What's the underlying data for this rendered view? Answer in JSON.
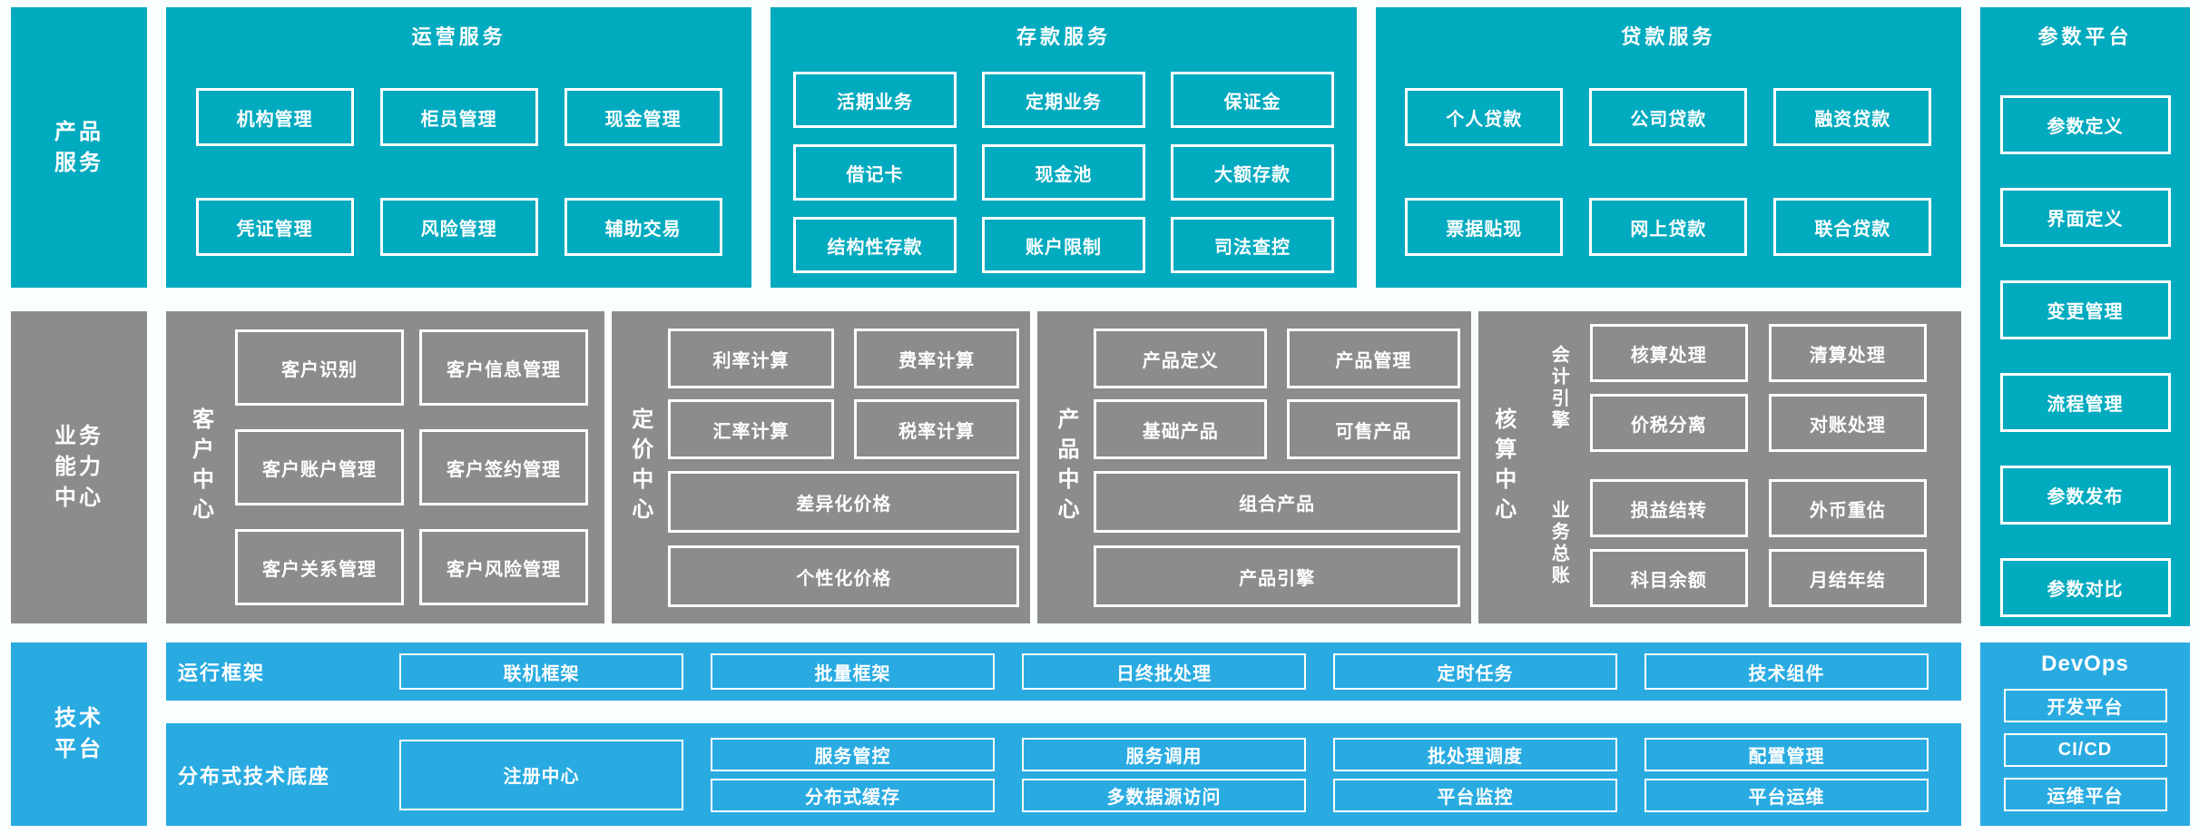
{
  "palette": {
    "teal": "#00aabf",
    "gray": "#8c8c8c",
    "blue": "#29abe2",
    "background": "#fbfeff",
    "box_border": "#ffffff",
    "text": "#ffffff"
  },
  "product_band": {
    "sidebar": "产品服务",
    "panels": [
      {
        "title": "运营服务",
        "items": [
          "机构管理",
          "柜员管理",
          "现金管理",
          "凭证管理",
          "风险管理",
          "辅助交易"
        ]
      },
      {
        "title": "存款服务",
        "items": [
          "活期业务",
          "定期业务",
          "保证金",
          "借记卡",
          "现金池",
          "大额存款",
          "结构性存款",
          "账户限制",
          "司法查控"
        ]
      },
      {
        "title": "贷款服务",
        "items": [
          "个人贷款",
          "公司贷款",
          "融资贷款",
          "票据贴现",
          "网上贷款",
          "联合贷款"
        ]
      }
    ]
  },
  "parameter_platform": {
    "title": "参数平台",
    "items": [
      "参数定义",
      "界面定义",
      "变更管理",
      "流程管理",
      "参数发布",
      "参数对比"
    ]
  },
  "business_band": {
    "sidebar": "业务能力中心",
    "customer": {
      "label": "客户中心",
      "items": [
        "客户识别",
        "客户信息管理",
        "客户账户管理",
        "客户签约管理",
        "客户关系管理",
        "客户风险管理"
      ]
    },
    "pricing": {
      "label": "定价中心",
      "small": [
        "利率计算",
        "费率计算",
        "汇率计算",
        "税率计算"
      ],
      "wide": [
        "差异化价格",
        "个性化价格"
      ]
    },
    "product": {
      "label": "产品中心",
      "small": [
        "产品定义",
        "产品管理",
        "基础产品",
        "可售产品"
      ],
      "wide": [
        "组合产品",
        "产品引擎"
      ]
    },
    "accounting": {
      "label": "核算中心",
      "groups": [
        {
          "label": "会计引擎",
          "items": [
            "核算处理",
            "清算处理",
            "价税分离",
            "对账处理"
          ]
        },
        {
          "label": "业务总账",
          "items": [
            "损益结转",
            "外币重估",
            "科目余额",
            "月结年结"
          ]
        }
      ]
    }
  },
  "tech_band": {
    "sidebar": "技术平台",
    "runtime": {
      "label": "运行框架",
      "items": [
        "联机框架",
        "批量框架",
        "日终批处理",
        "定时任务",
        "技术组件"
      ]
    },
    "base": {
      "label": "分布式技术底座",
      "registry": "注册中心",
      "row1": [
        "服务管控",
        "服务调用",
        "批处理调度",
        "配置管理"
      ],
      "row2": [
        "分布式缓存",
        "多数据源访问",
        "平台监控",
        "平台运维"
      ]
    },
    "devops": {
      "title": "DevOps",
      "items": [
        "开发平台",
        "CI/CD",
        "运维平台"
      ]
    }
  }
}
